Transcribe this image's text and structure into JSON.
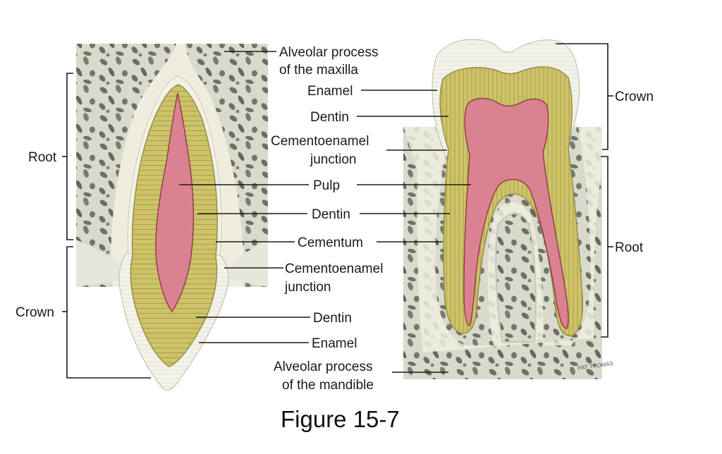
{
  "figure": {
    "caption": "Figure 15-7",
    "signature": "PAT THOMAS"
  },
  "upper_incisor": {
    "labels": {
      "alveolar_line1": "Alveolar process",
      "alveolar_line2": "of the maxilla",
      "root": "Root",
      "crown": "Crown",
      "pulp": "Pulp",
      "dentin_mid": "Dentin",
      "cementum": "Cementum",
      "cej_line1": "Cementoenamel",
      "cej_line2": "junction",
      "dentin_lower": "Dentin",
      "enamel_lower": "Enamel"
    }
  },
  "lower_molar": {
    "labels": {
      "enamel": "Enamel",
      "dentin": "Dentin",
      "cej_line1": "Cementoenamel",
      "cej_line2": "junction",
      "crown": "Crown",
      "root": "Root",
      "alveolar_line1": "Alveolar process",
      "alveolar_line2": "of the mandible"
    }
  },
  "colors": {
    "bone_fill": "#d9d9cc",
    "bone_pores": "#6e7068",
    "soft_tissue": "#efeede",
    "enamel": "#f4f3ea",
    "dentin": "#cdc368",
    "dentin_stripe": "#9a9140",
    "pulp": "#db8290",
    "pulp_edge": "#8a3a46",
    "ink": "#1a1a1a"
  }
}
